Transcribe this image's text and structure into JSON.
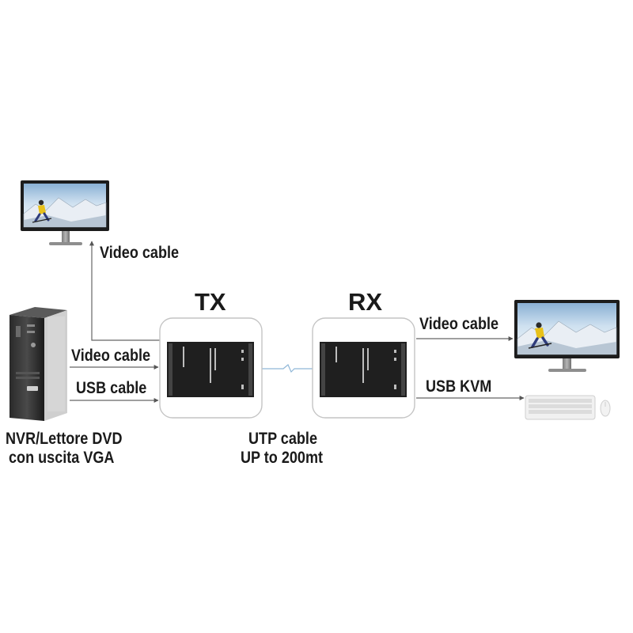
{
  "transmitter": {
    "label": "TX"
  },
  "receiver": {
    "label": "RX"
  },
  "source_device": {
    "line1": "NVR/Lettore DVD",
    "line2": "con uscita VGA"
  },
  "links": {
    "monitor_video": "Video cable",
    "tx_video_in": "Video cable",
    "tx_usb_in": "USB cable",
    "rx_video_out": "Video cable",
    "rx_usb_out": "USB KVM",
    "utp_line1": "UTP cable",
    "utp_line2": "UP to 200mt"
  },
  "colors": {
    "box_border": "#c4c4c4",
    "device_body": "#1f1f1f",
    "wire": "#666666",
    "utp_wire": "#8fb7d8"
  }
}
